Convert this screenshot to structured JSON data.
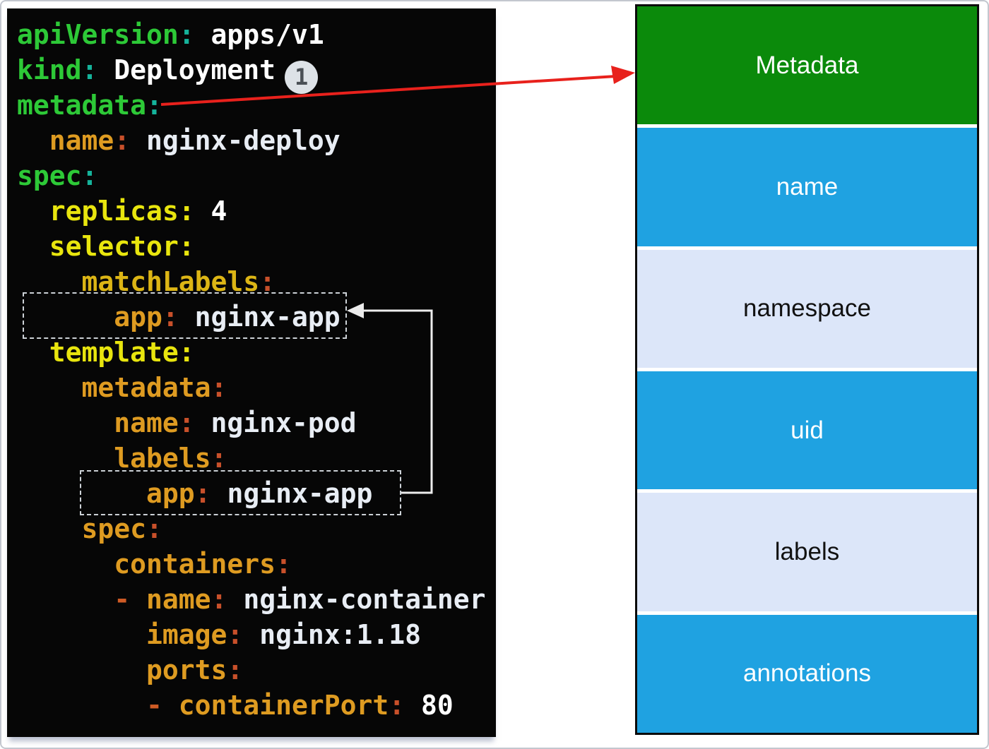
{
  "code_panel": {
    "lines": [
      {
        "segments": [
          {
            "t": "apiVersion",
            "s": "key-green"
          },
          {
            "t": ":",
            "s": "colon-teal"
          },
          {
            "t": " apps/v1",
            "s": "value-bold"
          }
        ]
      },
      {
        "segments": [
          {
            "t": "kind",
            "s": "key-green"
          },
          {
            "t": ":",
            "s": "colon-teal"
          },
          {
            "t": " Deployment",
            "s": "value-bold"
          },
          {
            "t": "1",
            "s": "badge"
          }
        ]
      },
      {
        "segments": [
          {
            "t": "metadata",
            "s": "key-green"
          },
          {
            "t": ":",
            "s": "colon-teal"
          }
        ]
      },
      {
        "segments": [
          {
            "t": "  name",
            "s": "key-orange"
          },
          {
            "t": ":",
            "s": "colon-red"
          },
          {
            "t": " nginx-deploy",
            "s": "value"
          }
        ]
      },
      {
        "segments": [
          {
            "t": "spec",
            "s": "key-green"
          },
          {
            "t": ":",
            "s": "colon-teal"
          }
        ]
      },
      {
        "segments": [
          {
            "t": "  replicas",
            "s": "key-yellow"
          },
          {
            "t": ":",
            "s": "colon-yellow"
          },
          {
            "t": " 4",
            "s": "value-bold"
          }
        ]
      },
      {
        "segments": [
          {
            "t": "  selector",
            "s": "key-yellow"
          },
          {
            "t": ":",
            "s": "colon-yellow"
          }
        ]
      },
      {
        "segments": [
          {
            "t": "    matchLabels",
            "s": "key-gold"
          },
          {
            "t": ":",
            "s": "colon-red"
          }
        ]
      },
      {
        "segments": [
          {
            "t": "      app",
            "s": "key-orange"
          },
          {
            "t": ":",
            "s": "colon-red"
          },
          {
            "t": " nginx-app",
            "s": "value"
          }
        ]
      },
      {
        "segments": [
          {
            "t": "  template",
            "s": "key-yellow"
          },
          {
            "t": ":",
            "s": "colon-yellow"
          }
        ]
      },
      {
        "segments": [
          {
            "t": "    metadata",
            "s": "key-orange"
          },
          {
            "t": ":",
            "s": "colon-red"
          }
        ]
      },
      {
        "segments": [
          {
            "t": "      name",
            "s": "key-orange"
          },
          {
            "t": ":",
            "s": "colon-red"
          },
          {
            "t": " nginx-pod",
            "s": "value"
          }
        ]
      },
      {
        "segments": [
          {
            "t": "      labels",
            "s": "key-orange"
          },
          {
            "t": ":",
            "s": "colon-red"
          }
        ]
      },
      {
        "segments": [
          {
            "t": "        app",
            "s": "key-orange"
          },
          {
            "t": ":",
            "s": "colon-red"
          },
          {
            "t": " nginx-app",
            "s": "value"
          }
        ]
      },
      {
        "segments": [
          {
            "t": "    spec",
            "s": "key-orange"
          },
          {
            "t": ":",
            "s": "colon-red"
          }
        ]
      },
      {
        "segments": [
          {
            "t": "      containers",
            "s": "key-orange"
          },
          {
            "t": ":",
            "s": "colon-red"
          }
        ]
      },
      {
        "segments": [
          {
            "t": "      ",
            "s": "plain"
          },
          {
            "t": "-",
            "s": "dash"
          },
          {
            "t": " name",
            "s": "key-orange"
          },
          {
            "t": ":",
            "s": "colon-red"
          },
          {
            "t": " nginx-container",
            "s": "value"
          }
        ]
      },
      {
        "segments": [
          {
            "t": "        image",
            "s": "key-orange"
          },
          {
            "t": ":",
            "s": "colon-red"
          },
          {
            "t": " nginx:1.18",
            "s": "value"
          }
        ]
      },
      {
        "segments": [
          {
            "t": "        ports",
            "s": "key-orange"
          },
          {
            "t": ":",
            "s": "colon-red"
          }
        ]
      },
      {
        "segments": [
          {
            "t": "        ",
            "s": "plain"
          },
          {
            "t": "-",
            "s": "dash"
          },
          {
            "t": " containerPort",
            "s": "key-orange"
          },
          {
            "t": ":",
            "s": "colon-red"
          },
          {
            "t": " 80",
            "s": "value-bold"
          }
        ]
      }
    ],
    "step_badge": "1"
  },
  "diagram": {
    "boxes": [
      {
        "label": "Metadata",
        "variant": "green"
      },
      {
        "label": "name",
        "variant": "blue"
      },
      {
        "label": "namespace",
        "variant": "light"
      },
      {
        "label": "uid",
        "variant": "blue"
      },
      {
        "label": "labels",
        "variant": "light"
      },
      {
        "label": "annotations",
        "variant": "blue"
      }
    ],
    "colors": {
      "green": "#0b8a0b",
      "blue": "#1fa2e1",
      "light": "#dce6f9",
      "light_text": "#ffffff",
      "dark_text": "#111111"
    }
  },
  "annotations": {
    "arrow_color": "#e8211c",
    "connector_color": "#ececec"
  }
}
